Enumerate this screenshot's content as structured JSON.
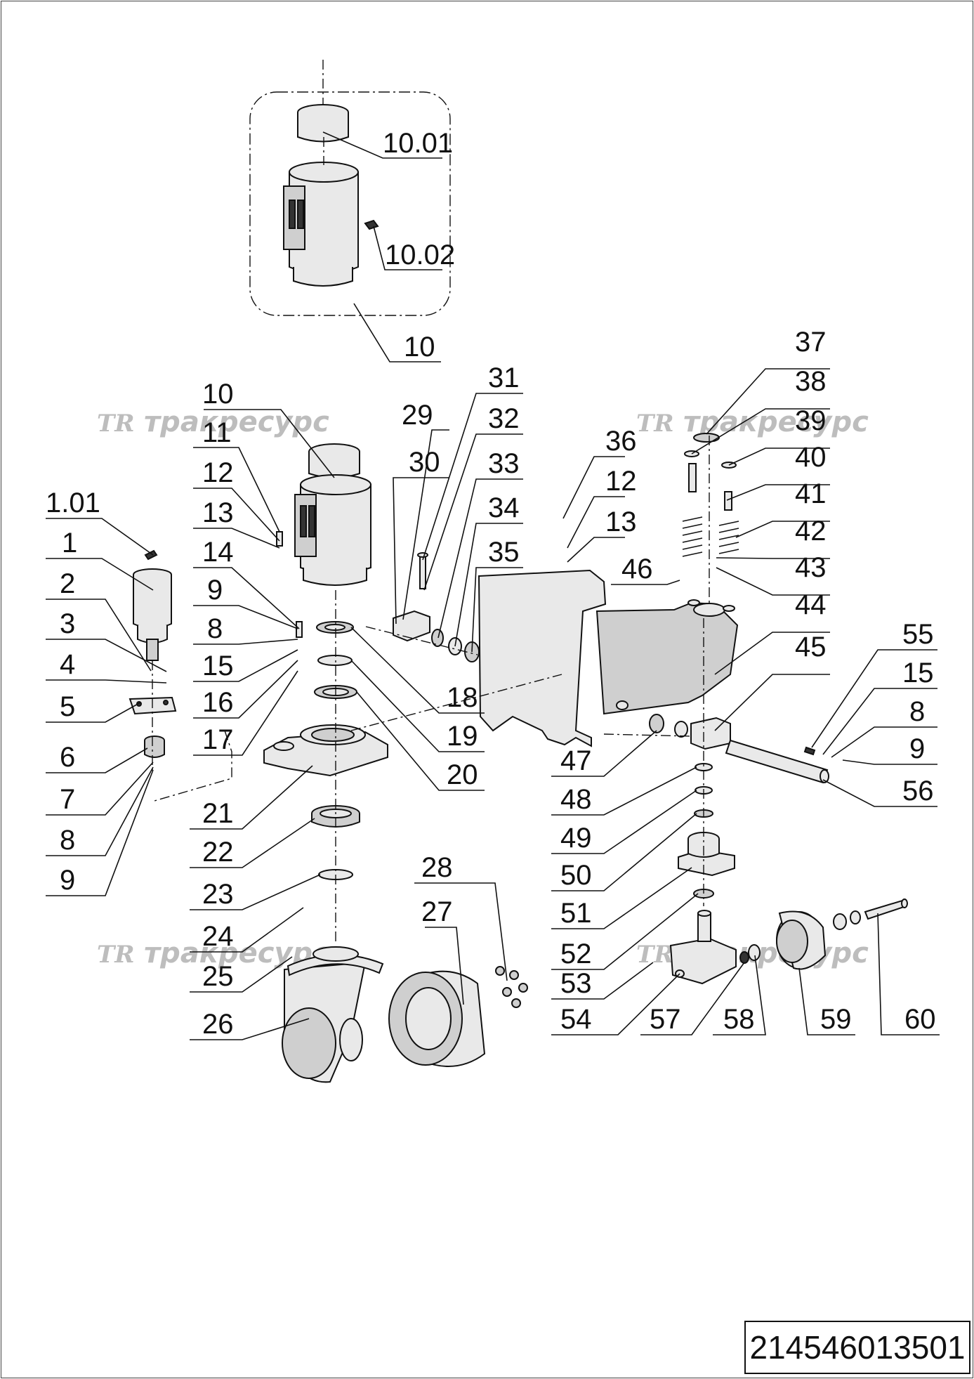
{
  "drawing_number": "214546013501",
  "watermark": {
    "logo": "TR",
    "text": "тракресурс"
  },
  "labels": [
    {
      "id": "10.01",
      "text": "10.01"
    },
    {
      "id": "10.02",
      "text": "10.02"
    },
    {
      "id": "10-inset",
      "text": "10"
    },
    {
      "id": "10",
      "text": "10"
    },
    {
      "id": "11",
      "text": "11"
    },
    {
      "id": "12-left",
      "text": "12"
    },
    {
      "id": "13-left",
      "text": "13"
    },
    {
      "id": "14",
      "text": "14"
    },
    {
      "id": "9-mid",
      "text": "9"
    },
    {
      "id": "8-mid",
      "text": "8"
    },
    {
      "id": "15-mid",
      "text": "15"
    },
    {
      "id": "16",
      "text": "16"
    },
    {
      "id": "17",
      "text": "17"
    },
    {
      "id": "1.01",
      "text": "1.01"
    },
    {
      "id": "1",
      "text": "1"
    },
    {
      "id": "2",
      "text": "2"
    },
    {
      "id": "3",
      "text": "3"
    },
    {
      "id": "4",
      "text": "4"
    },
    {
      "id": "5",
      "text": "5"
    },
    {
      "id": "6",
      "text": "6"
    },
    {
      "id": "7",
      "text": "7"
    },
    {
      "id": "8-left",
      "text": "8"
    },
    {
      "id": "9-left",
      "text": "9"
    },
    {
      "id": "29",
      "text": "29"
    },
    {
      "id": "30",
      "text": "30"
    },
    {
      "id": "31",
      "text": "31"
    },
    {
      "id": "32",
      "text": "32"
    },
    {
      "id": "33",
      "text": "33"
    },
    {
      "id": "34",
      "text": "34"
    },
    {
      "id": "35",
      "text": "35"
    },
    {
      "id": "18",
      "text": "18"
    },
    {
      "id": "19",
      "text": "19"
    },
    {
      "id": "20",
      "text": "20"
    },
    {
      "id": "21",
      "text": "21"
    },
    {
      "id": "22",
      "text": "22"
    },
    {
      "id": "23",
      "text": "23"
    },
    {
      "id": "24",
      "text": "24"
    },
    {
      "id": "25",
      "text": "25"
    },
    {
      "id": "26",
      "text": "26"
    },
    {
      "id": "27",
      "text": "27"
    },
    {
      "id": "28",
      "text": "28"
    },
    {
      "id": "36",
      "text": "36"
    },
    {
      "id": "12-right",
      "text": "12"
    },
    {
      "id": "13-right",
      "text": "13"
    },
    {
      "id": "46",
      "text": "46"
    },
    {
      "id": "37",
      "text": "37"
    },
    {
      "id": "38",
      "text": "38"
    },
    {
      "id": "39",
      "text": "39"
    },
    {
      "id": "40",
      "text": "40"
    },
    {
      "id": "41",
      "text": "41"
    },
    {
      "id": "42",
      "text": "42"
    },
    {
      "id": "43",
      "text": "43"
    },
    {
      "id": "44",
      "text": "44"
    },
    {
      "id": "45",
      "text": "45"
    },
    {
      "id": "55",
      "text": "55"
    },
    {
      "id": "15-right",
      "text": "15"
    },
    {
      "id": "8-right",
      "text": "8"
    },
    {
      "id": "9-right",
      "text": "9"
    },
    {
      "id": "56",
      "text": "56"
    },
    {
      "id": "47",
      "text": "47"
    },
    {
      "id": "48",
      "text": "48"
    },
    {
      "id": "49",
      "text": "49"
    },
    {
      "id": "50",
      "text": "50"
    },
    {
      "id": "51",
      "text": "51"
    },
    {
      "id": "52",
      "text": "52"
    },
    {
      "id": "53",
      "text": "53"
    },
    {
      "id": "54",
      "text": "54"
    },
    {
      "id": "57",
      "text": "57"
    },
    {
      "id": "58",
      "text": "58"
    },
    {
      "id": "59",
      "text": "59"
    },
    {
      "id": "60",
      "text": "60"
    }
  ]
}
